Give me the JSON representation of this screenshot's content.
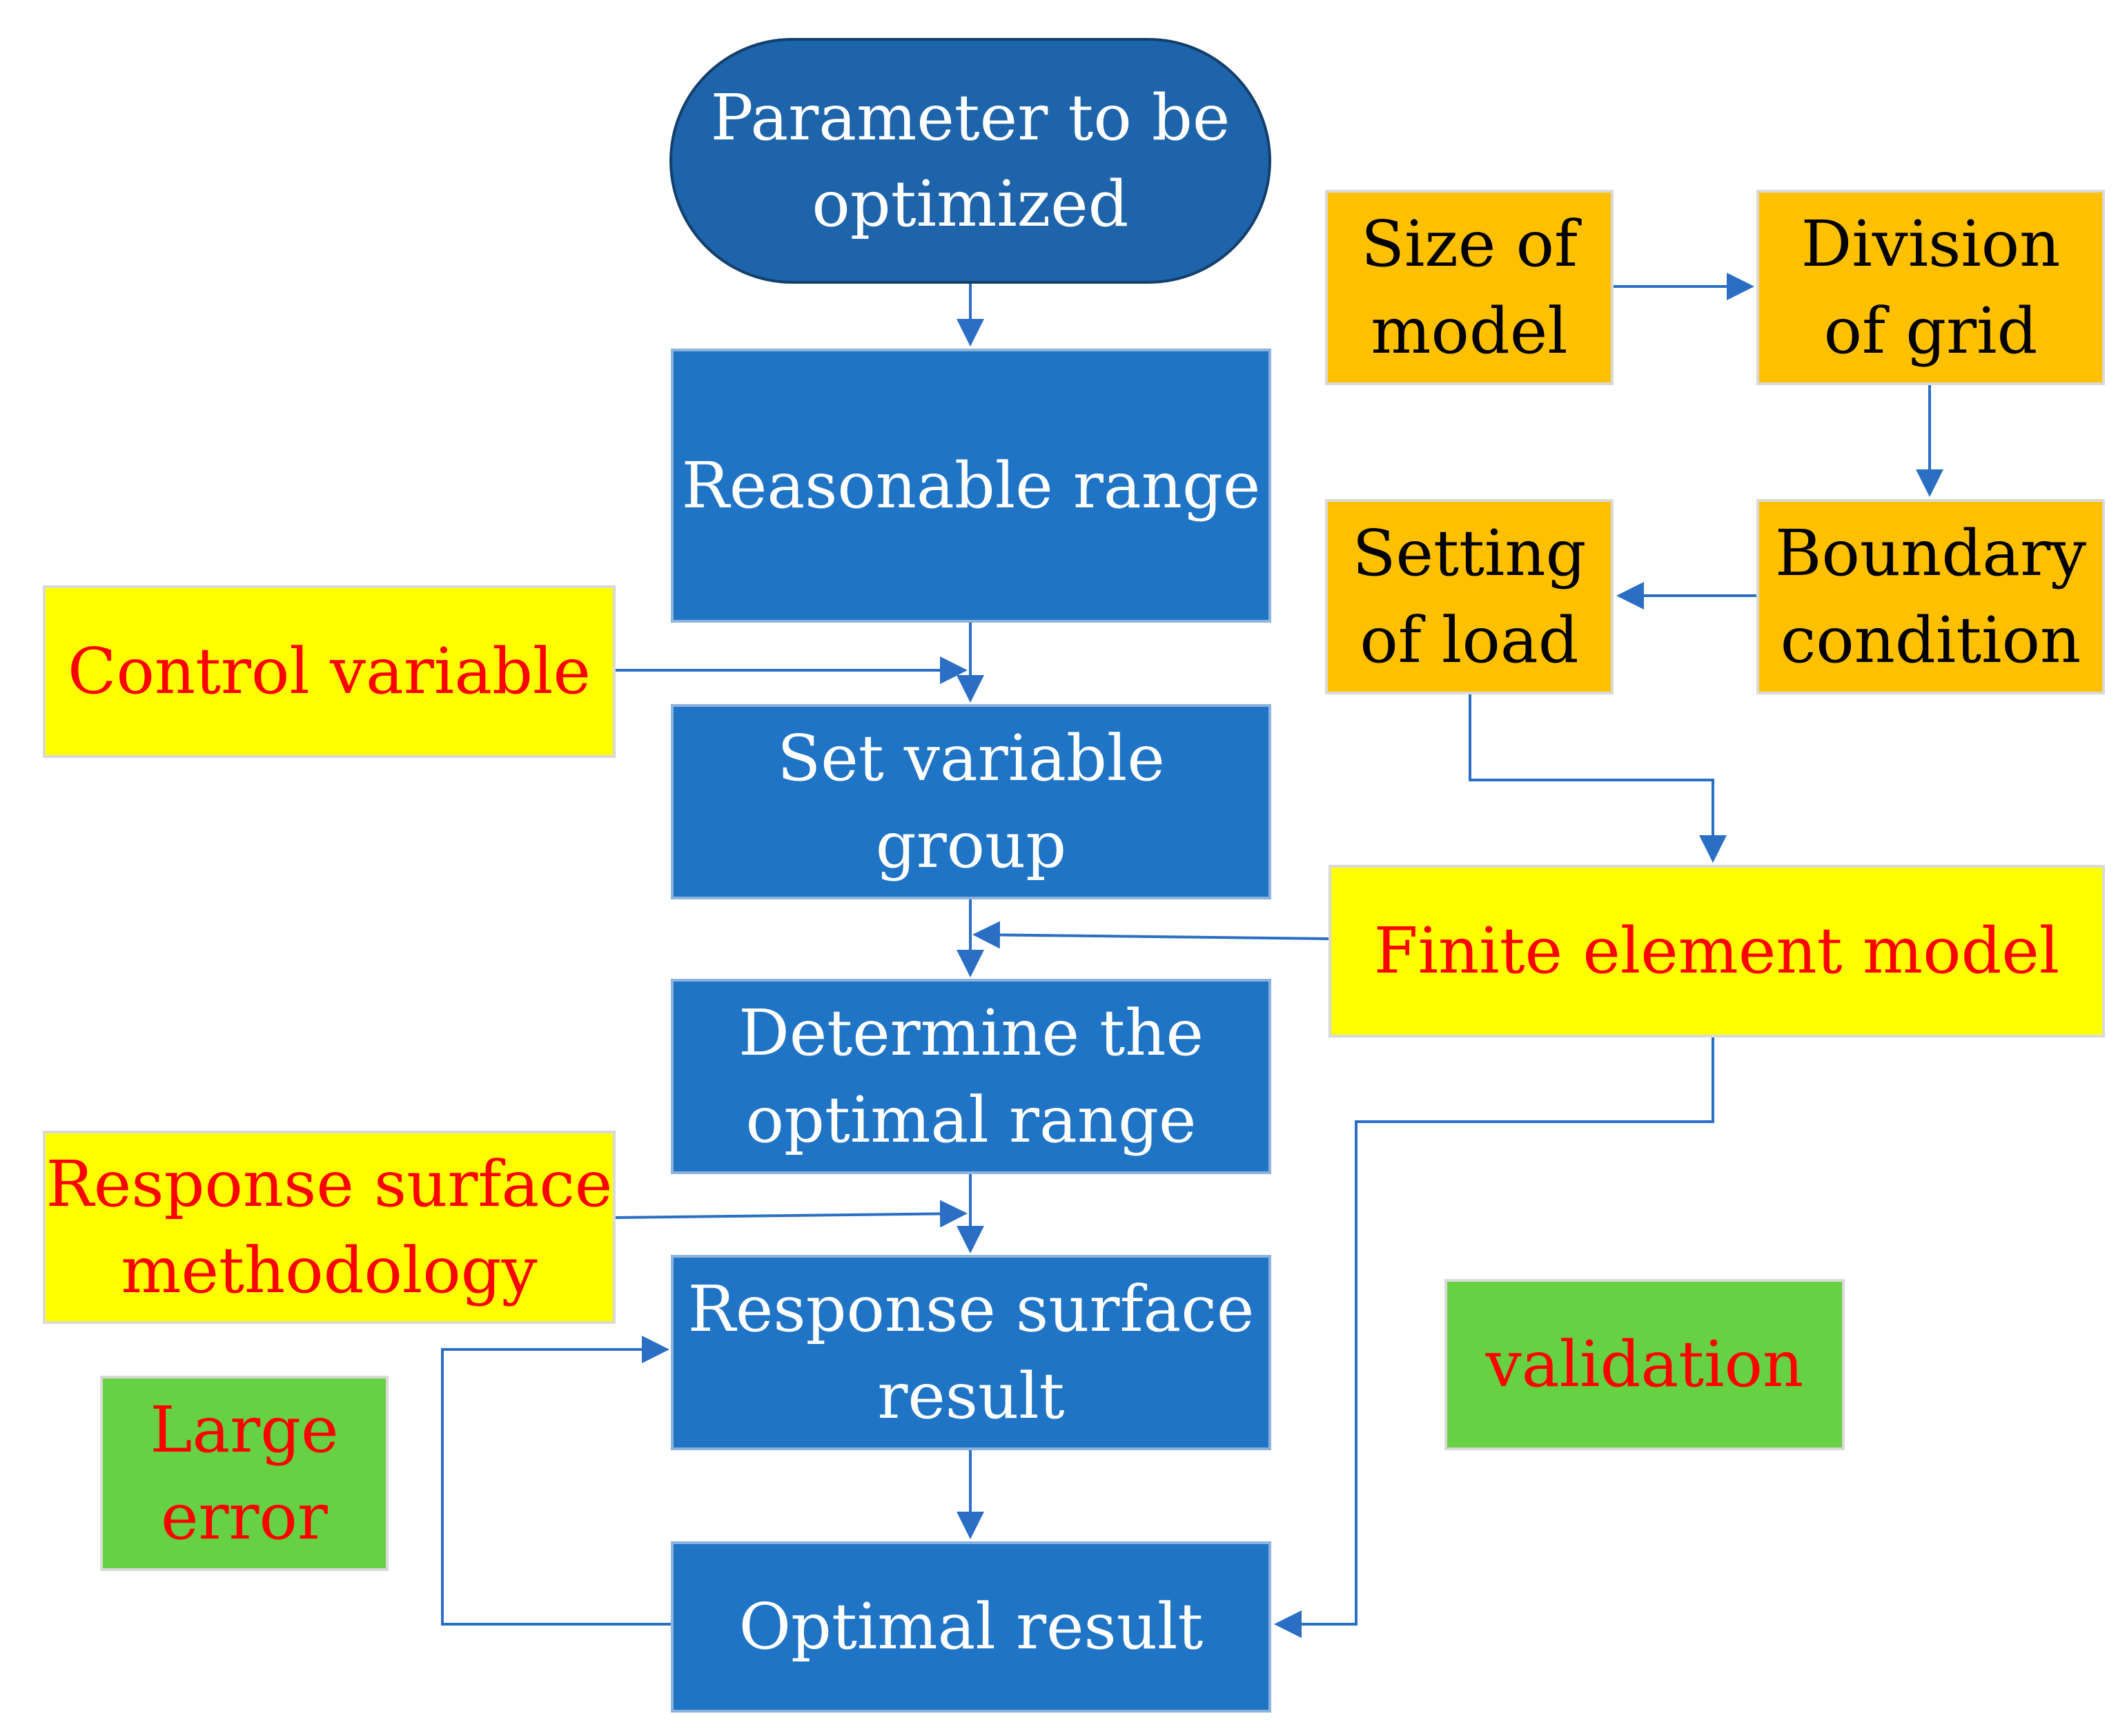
{
  "diagram": {
    "colors": {
      "process_fill": "#1f74c6",
      "terminal_fill": "#1e64aa",
      "model_setup_fill": "#ffc000",
      "input_fill": "#ffff00",
      "note_fill": "#66d142",
      "input_text": "#ff0000",
      "arrow": "#2a6fc4"
    },
    "nodes": {
      "parameter": "Parameter to be\noptimized",
      "reasonable_range": "Reasonable range",
      "set_variable_group": "Set variable\ngroup",
      "determine_optimal_range": "Determine the\noptimal range",
      "response_surface_result": "Response surface\nresult",
      "optimal_result": "Optimal result",
      "size_of_model": "Size of\nmodel",
      "division_of_grid": "Division\nof grid",
      "boundary_condition": "Boundary\ncondition",
      "setting_of_load": "Setting\nof load",
      "finite_element_model": "Finite element model",
      "control_variable": "Control variable",
      "response_surface_methodology": "Response surface\nmethodology",
      "large_error": "Large\nerror",
      "validation": "validation"
    },
    "edges": [
      {
        "from": "parameter",
        "to": "reasonable_range"
      },
      {
        "from": "reasonable_range",
        "to": "set_variable_group"
      },
      {
        "from": "control_variable",
        "to": "set_variable_group"
      },
      {
        "from": "set_variable_group",
        "to": "determine_optimal_range"
      },
      {
        "from": "finite_element_model",
        "to": "determine_optimal_range"
      },
      {
        "from": "determine_optimal_range",
        "to": "response_surface_result"
      },
      {
        "from": "response_surface_methodology",
        "to": "response_surface_result"
      },
      {
        "from": "response_surface_result",
        "to": "optimal_result"
      },
      {
        "from": "optimal_result",
        "to": "response_surface_result",
        "label_ref": "large_error"
      },
      {
        "from": "finite_element_model",
        "to": "optimal_result",
        "label_ref": "validation"
      },
      {
        "from": "size_of_model",
        "to": "division_of_grid"
      },
      {
        "from": "division_of_grid",
        "to": "boundary_condition"
      },
      {
        "from": "boundary_condition",
        "to": "setting_of_load"
      },
      {
        "from": "setting_of_load",
        "to": "finite_element_model"
      }
    ]
  }
}
